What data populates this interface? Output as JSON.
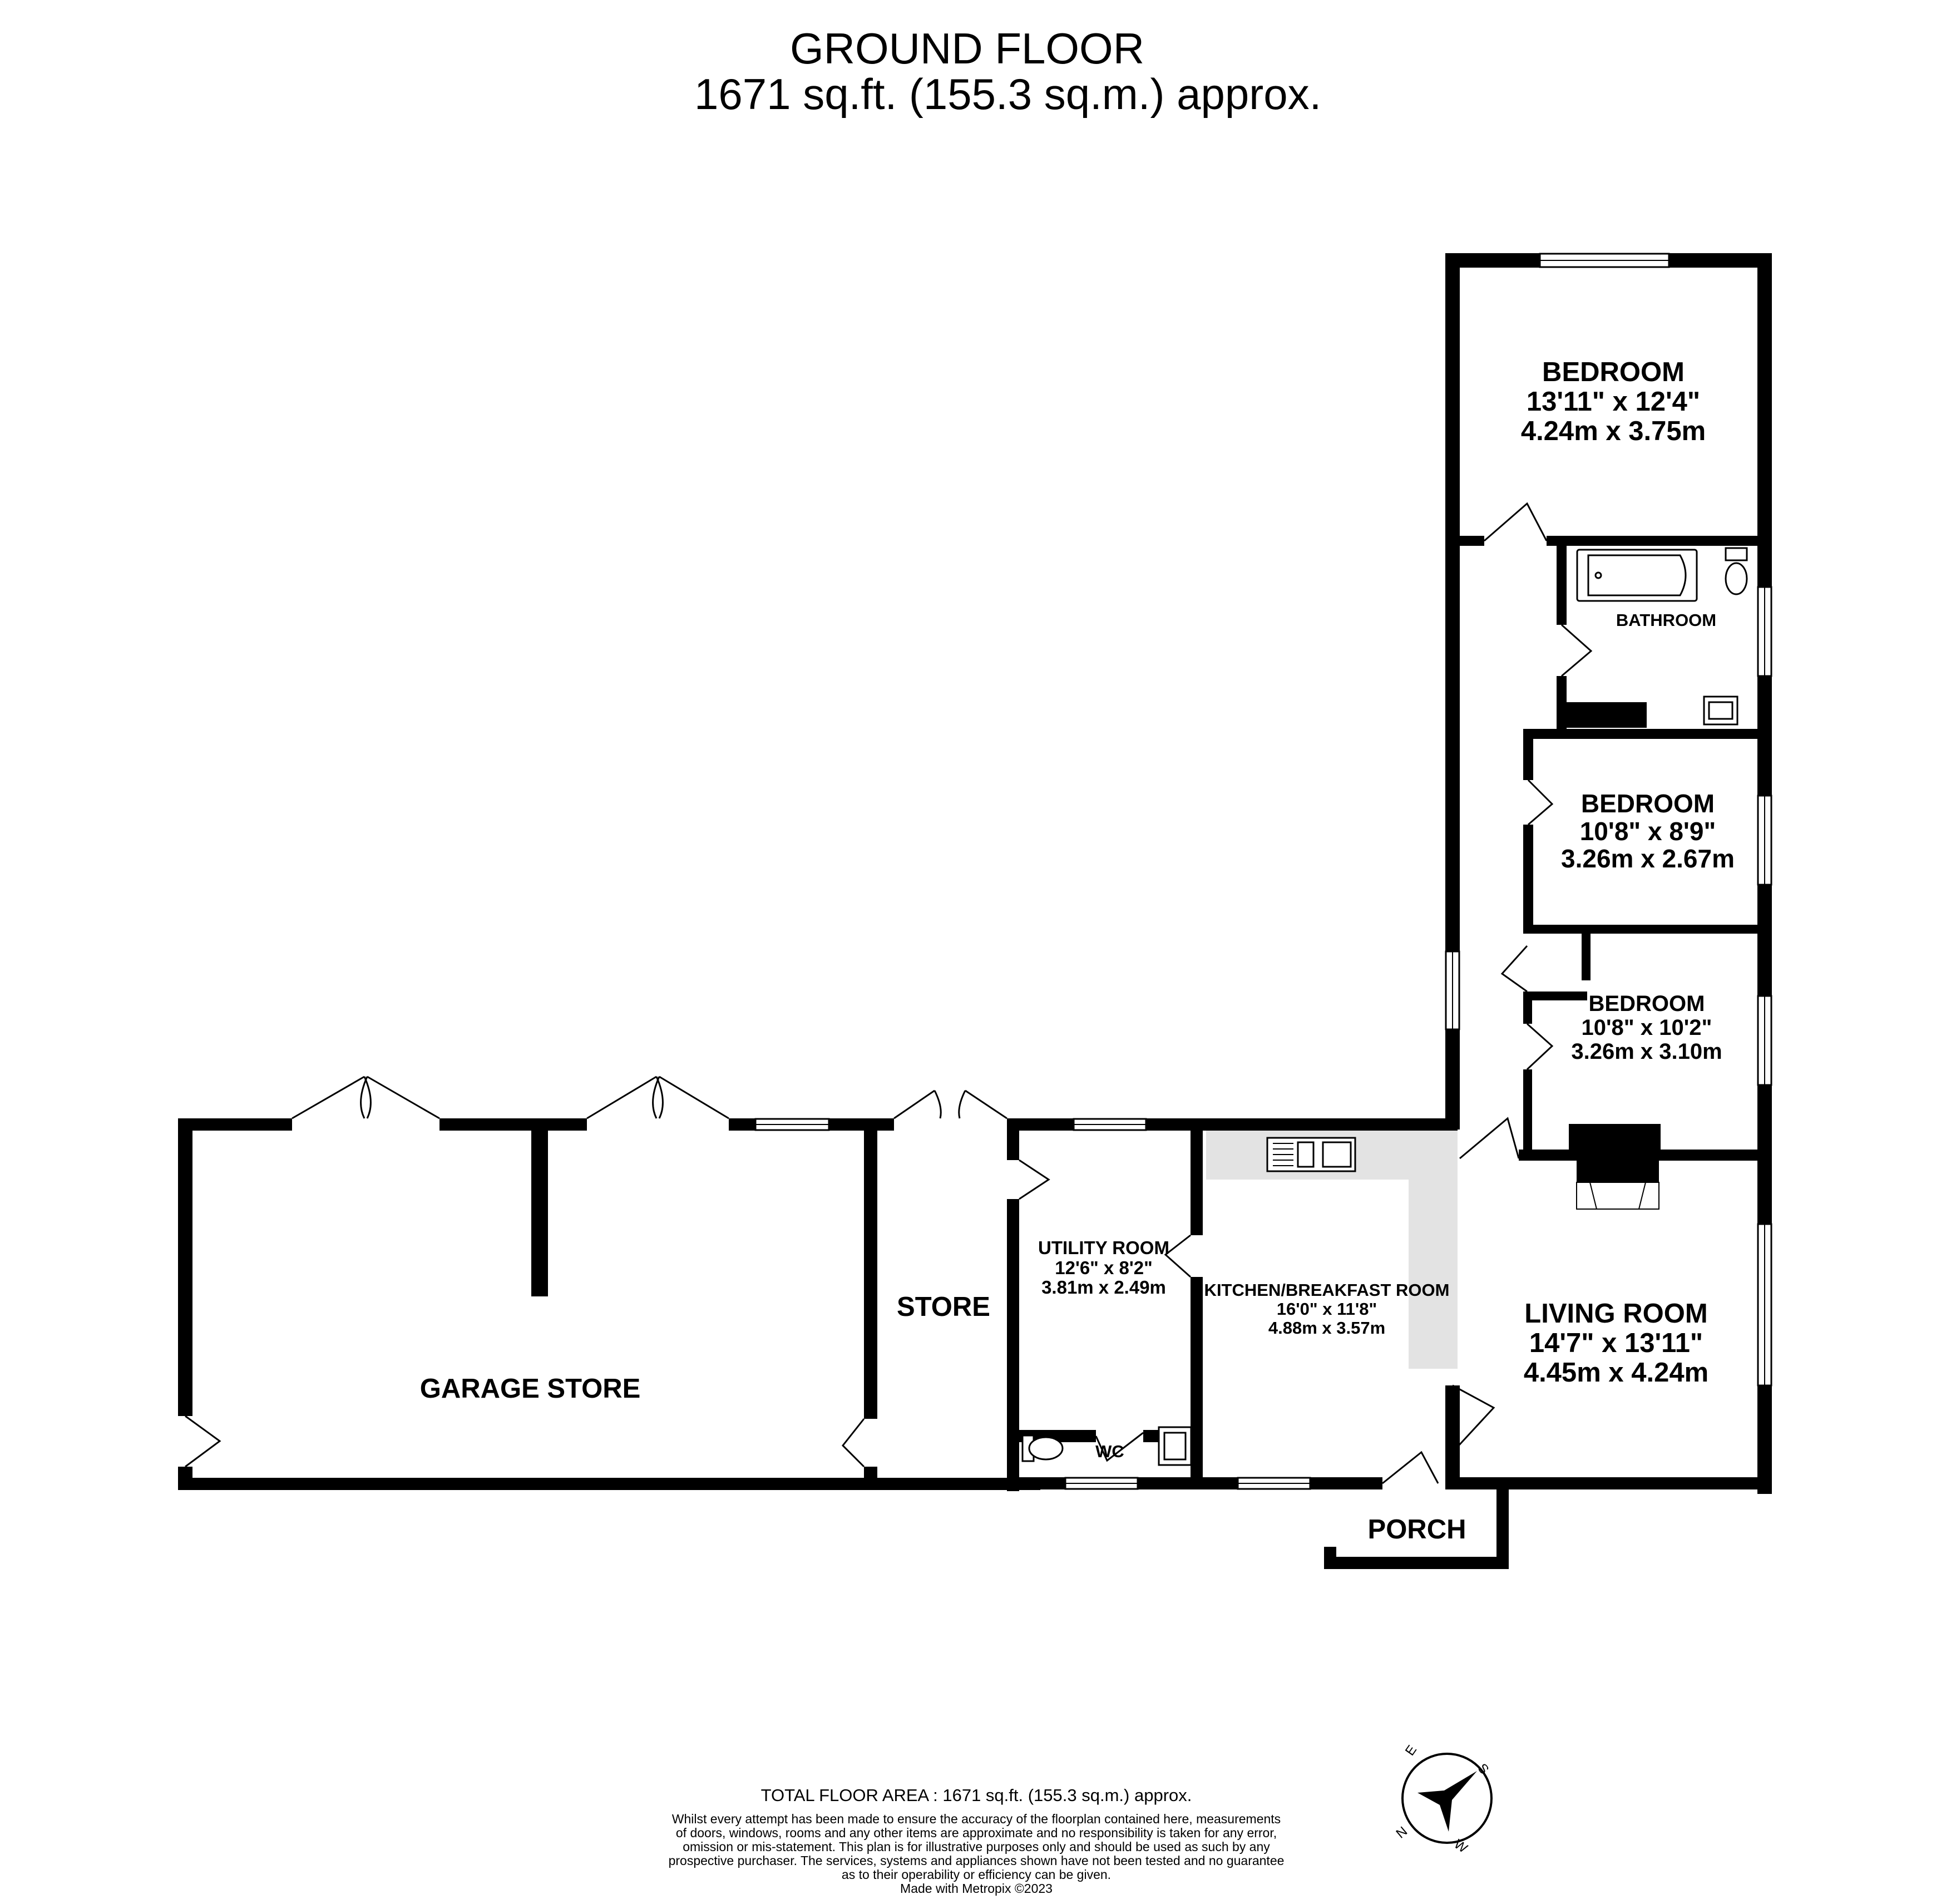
{
  "header": {
    "title": "GROUND FLOOR",
    "area": "1671 sq.ft. (155.3 sq.m.) approx."
  },
  "rooms": {
    "bedroom1": {
      "name": "BEDROOM",
      "imperial": "13'11\"  x 12'4\"",
      "metric": "4.24m  x 3.75m"
    },
    "bathroom": {
      "name": "BATHROOM"
    },
    "bedroom2": {
      "name": "BEDROOM",
      "imperial": "10'8\"  x 8'9\"",
      "metric": "3.26m  x 2.67m"
    },
    "bedroom3": {
      "name": "BEDROOM",
      "imperial": "10'8\"  x 10'2\"",
      "metric": "3.26m  x 3.10m"
    },
    "living": {
      "name": "LIVING ROOM",
      "imperial": "14'7\"  x 13'11\"",
      "metric": "4.45m  x 4.24m"
    },
    "kitchen": {
      "name": "KITCHEN/BREAKFAST ROOM",
      "imperial": "16'0\"  x 11'8\"",
      "metric": "4.88m  x 3.57m"
    },
    "utility": {
      "name": "UTILITY ROOM",
      "imperial": "12'6\"  x 8'2\"",
      "metric": "3.81m  x 2.49m"
    },
    "wc": {
      "name": "WC"
    },
    "store": {
      "name": "STORE"
    },
    "garage": {
      "name": "GARAGE STORE"
    },
    "porch": {
      "name": "PORCH"
    }
  },
  "footer": {
    "total": "TOTAL FLOOR AREA : 1671 sq.ft. (155.3 sq.m.) approx.",
    "disclaimer": [
      "Whilst every attempt has been made to ensure the accuracy of the floorplan contained here, measurements",
      "of doors, windows, rooms and any other items are approximate and no responsibility is taken for any error,",
      "omission or mis-statement. This plan is for illustrative purposes only and should be used as such by any",
      "prospective purchaser. The services, systems and appliances shown have not been tested and no guarantee",
      "as to their operability or efficiency can be given."
    ],
    "credit": "Made with Metropix ©2023"
  },
  "compass": {
    "n": "N",
    "s": "S",
    "e": "E",
    "w": "W"
  },
  "colors": {
    "wall": "#000000",
    "fitted_units": "#e3e3e3",
    "background": "#ffffff"
  }
}
